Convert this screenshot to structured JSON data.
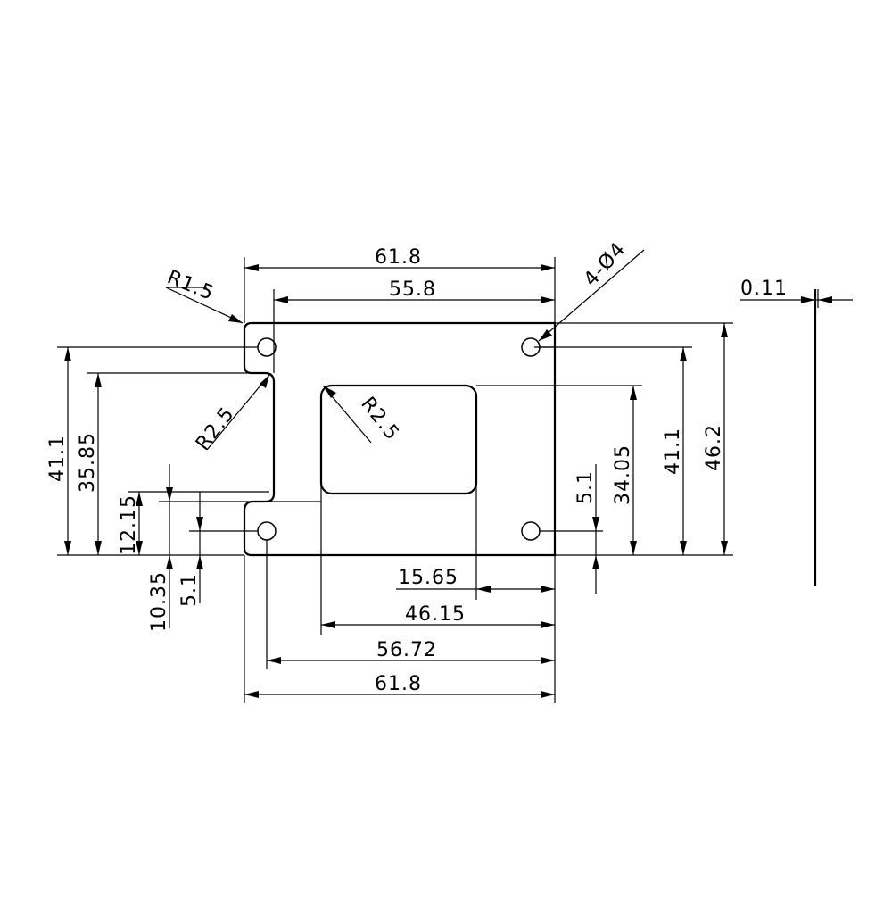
{
  "dimensions": {
    "overall_width_top": "61.8",
    "inner_width_top": "55.8",
    "holes_label": "4-Ø4",
    "corner_radius": "R1.5",
    "notch_radius": "R2.5",
    "window_radius": "R2.5",
    "thickness": "0.11",
    "left_hole_spacing": "41.1",
    "left_notch_height": "35.85",
    "left_notch_bottom": "12.15",
    "left_lower_offset": "10.35",
    "left_hole_offset": "5.1",
    "right_hole_offset": "5.1",
    "window_height": "34.05",
    "right_hole_spacing": "41.1",
    "overall_height": "46.2",
    "window_right_offset": "15.65",
    "window_left_offset": "46.15",
    "hole_span_bottom": "56.72",
    "overall_width_bottom": "61.8"
  }
}
